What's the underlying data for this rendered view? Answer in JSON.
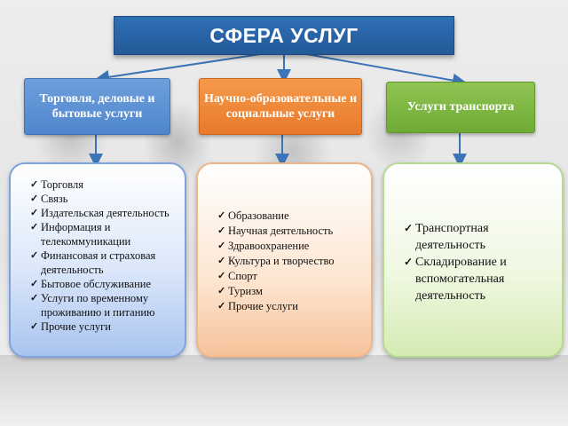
{
  "title": "СФЕРА УСЛУГ",
  "categories": [
    {
      "label": "Торговля, деловые и бытовые услуги",
      "color": "#5b8fd3",
      "items": [
        "Торговля",
        "Связь",
        "Издательская деятельность",
        "Информация и телекоммуникации",
        "Финансовая и страховая деятельность",
        "Бытовое обслуживание",
        "Услуги по временному проживанию и питанию",
        "Прочие услуги"
      ]
    },
    {
      "label": "Научно-образовательные и социальные услуги",
      "color": "#ee8535",
      "items": [
        "Образование",
        "Научная деятельность",
        "Здравоохранение",
        "Культура и творчество",
        "Спорт",
        "Туризм",
        "Прочие услуги"
      ]
    },
    {
      "label": "Услуги транспорта",
      "color": "#7db543",
      "items": [
        "Транспортная деятельность",
        "Складирование и вспомогательная деятельность"
      ]
    }
  ]
}
